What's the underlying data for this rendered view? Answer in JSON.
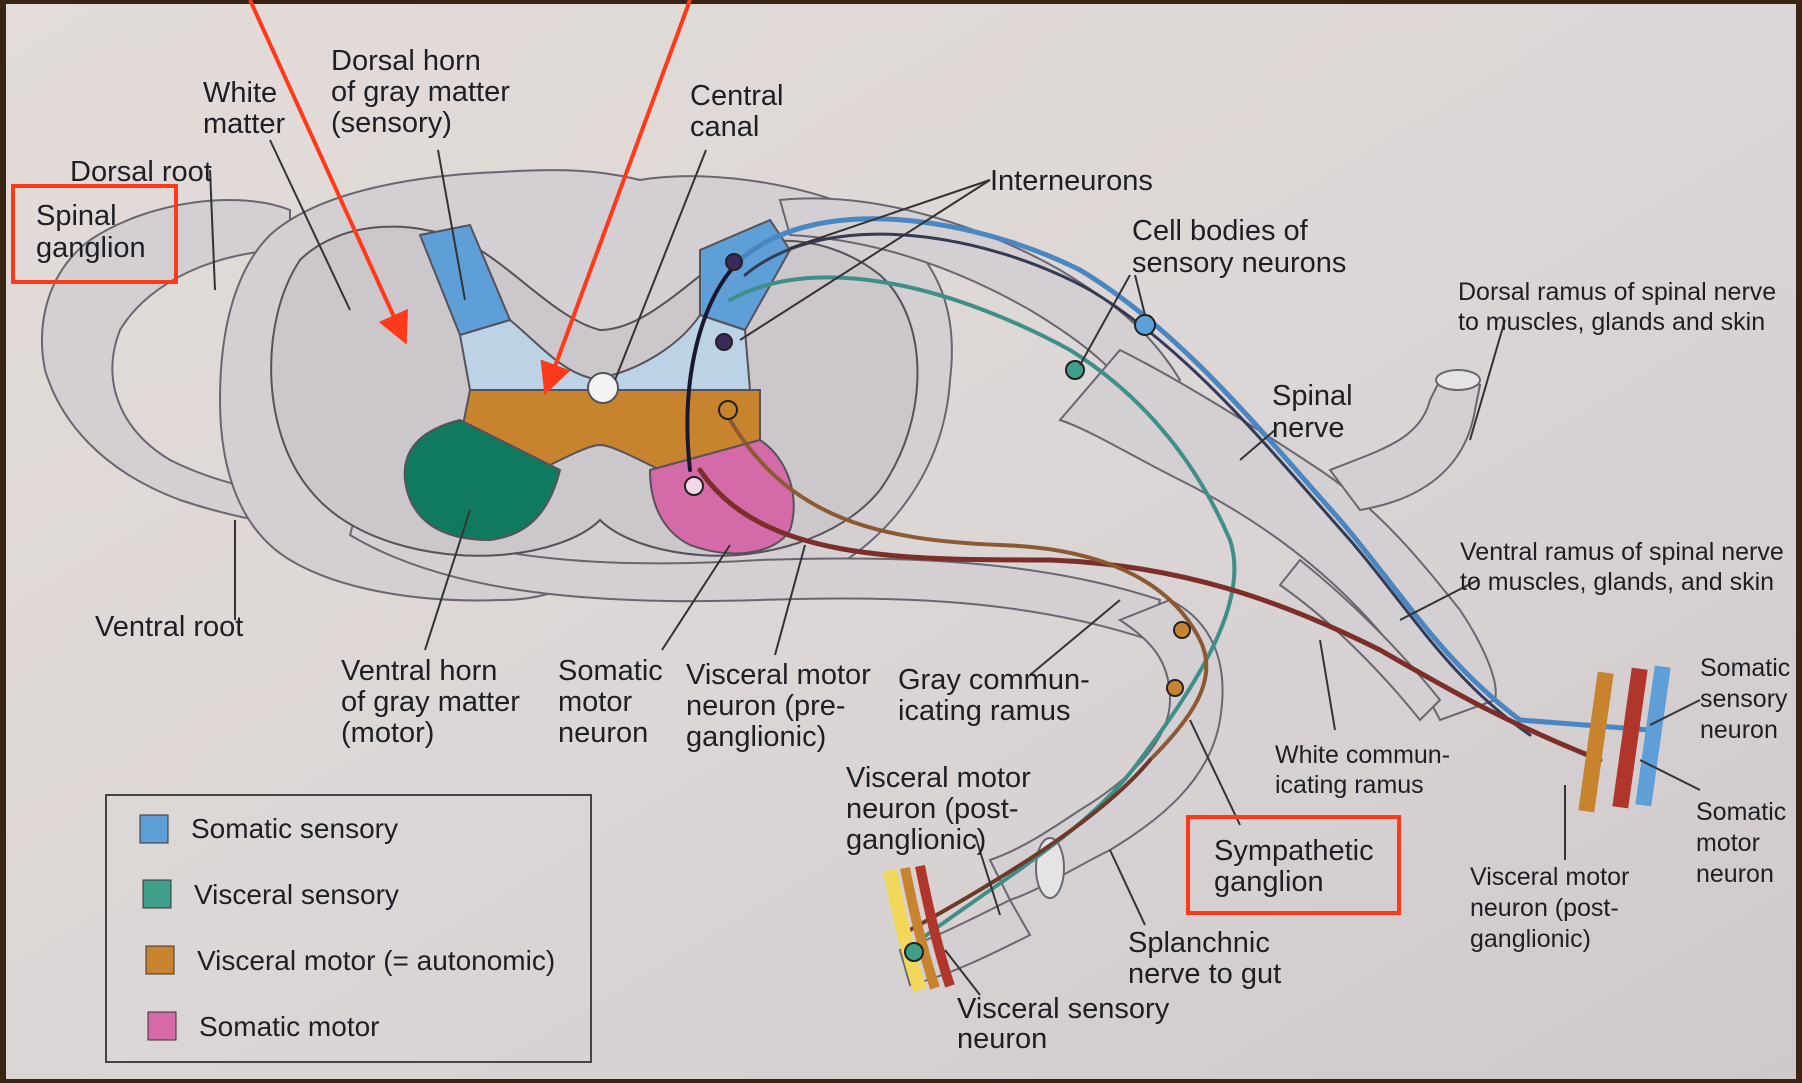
{
  "labels": {
    "white_matter": [
      "White",
      "matter"
    ],
    "dorsal_horn": [
      "Dorsal horn",
      "of gray matter",
      "(sensory)"
    ],
    "central_canal": [
      "Central",
      "canal"
    ],
    "dorsal_root": [
      "Dorsal root"
    ],
    "spinal_ganglion": [
      "Spinal",
      "ganglion"
    ],
    "interneurons": [
      "Interneurons"
    ],
    "cell_bodies": [
      "Cell bodies of",
      "sensory neurons"
    ],
    "dorsal_ramus": [
      "Dorsal ramus of spinal nerve",
      "to muscles, glands and skin"
    ],
    "spinal_nerve": [
      "Spinal",
      "nerve"
    ],
    "ventral_ramus": [
      "Ventral ramus of spinal nerve",
      "to muscles, glands, and skin"
    ],
    "ventral_root": [
      "Ventral root"
    ],
    "ventral_horn": [
      "Ventral horn",
      "of gray matter",
      "(motor)"
    ],
    "somatic_motor_neuron": [
      "Somatic",
      "motor",
      "neuron"
    ],
    "visceral_motor_pre": [
      "Visceral motor",
      "neuron (pre-",
      "ganglionic)"
    ],
    "gray_ramus": [
      "Gray commun-",
      "icating ramus"
    ],
    "white_ramus": [
      "White commun-",
      "icating ramus"
    ],
    "somatic_sensory_neuron": [
      "Somatic",
      "sensory",
      "neuron"
    ],
    "somatic_motor_neuron_right": [
      "Somatic",
      "motor",
      "neuron"
    ],
    "visceral_motor_post_left": [
      "Visceral motor",
      "neuron (post-",
      "ganglionic)"
    ],
    "sympathetic_ganglion": [
      "Sympathetic",
      "ganglion"
    ],
    "visceral_motor_post_right": [
      "Visceral motor",
      "neuron (post-",
      "ganglionic)"
    ],
    "splanchnic_nerve": [
      "Splanchnic",
      "nerve to gut"
    ],
    "visceral_sensory_neuron": [
      "Visceral sensory",
      "neuron"
    ]
  },
  "legend": {
    "items": [
      {
        "label": "Somatic sensory",
        "color": "#5d9fd6"
      },
      {
        "label": "Visceral sensory",
        "color": "#3f9f8a"
      },
      {
        "label": "Visceral motor (= autonomic)",
        "color": "#c8832f"
      },
      {
        "label": "Somatic motor",
        "color": "#d46aa8"
      }
    ]
  },
  "colors": {
    "highlight_box": "#ff3a1a",
    "arrow": "#ff3a1a",
    "gray_matter_sensory_light": "#bcd3e6",
    "ventral_horn_somatic": "#0f7a5f"
  }
}
